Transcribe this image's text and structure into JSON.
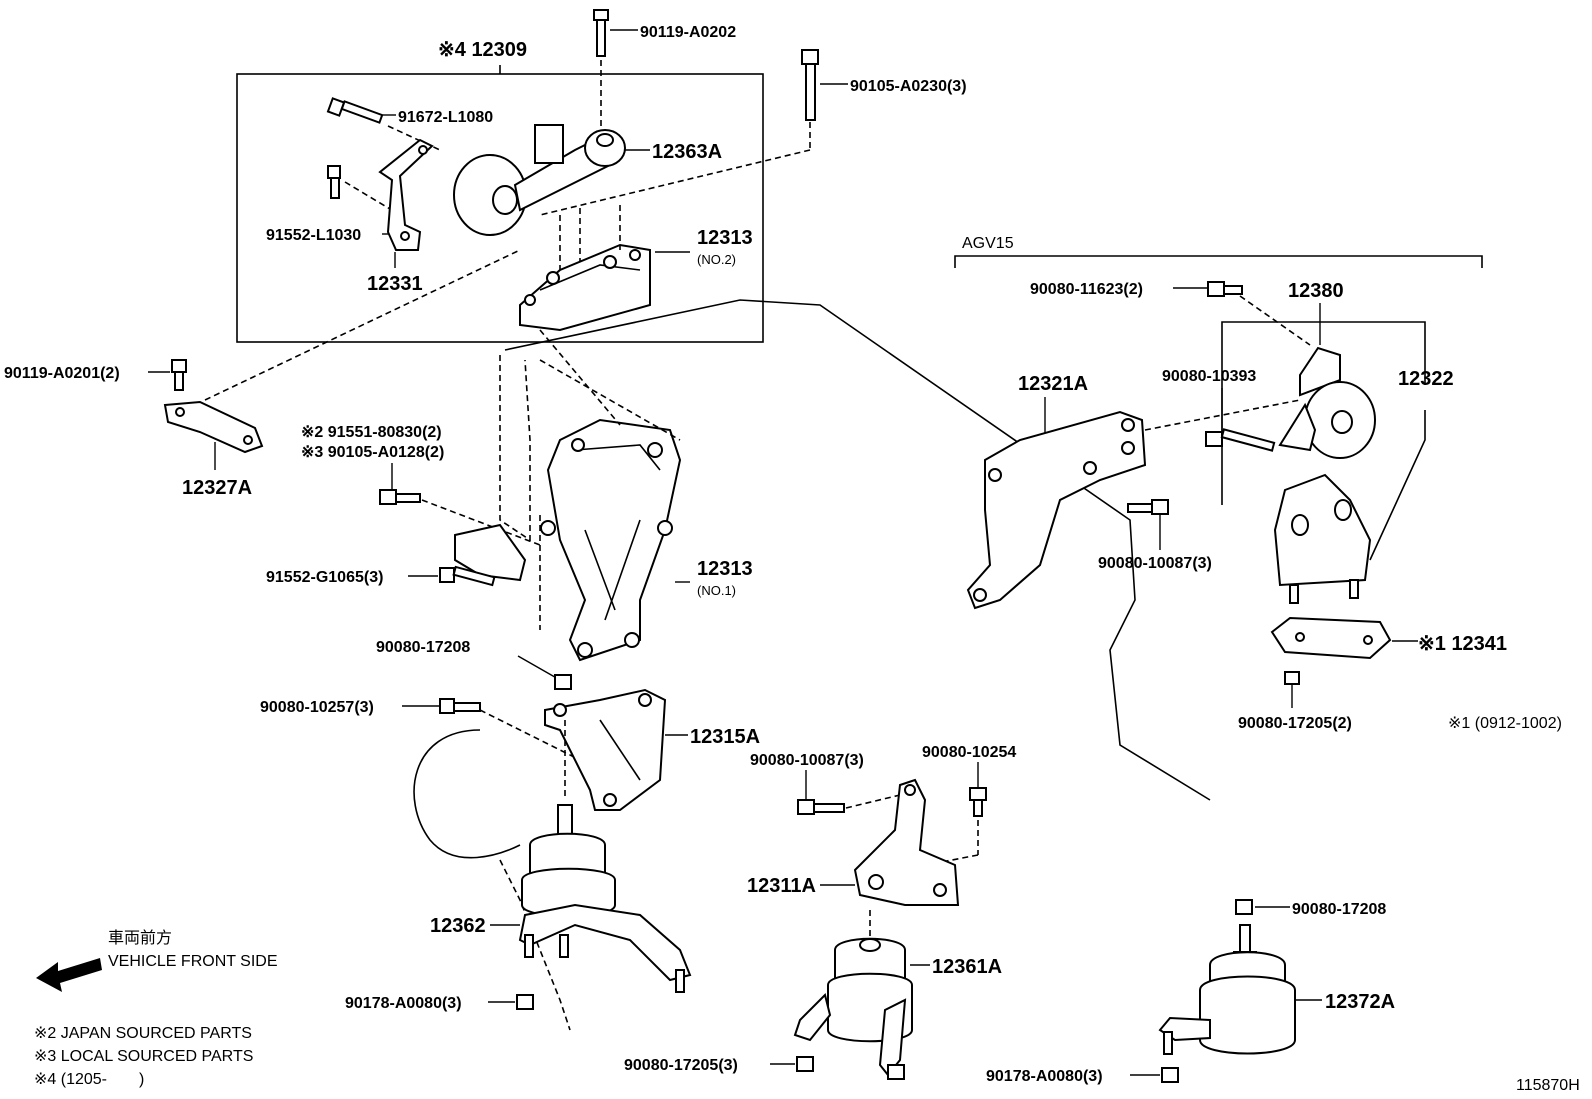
{
  "diagram": {
    "group_label": "AGV15",
    "direction": {
      "jp": "車両前方",
      "en": "VEHICLE FRONT SIDE"
    },
    "footnotes": [
      "※2 JAPAN SOURCED PARTS",
      "※3 LOCAL SOURCED PARTS",
      "※4 (1205-　　)"
    ],
    "note1": "※1 (0912-1002)",
    "figure_id": "115870H",
    "labels": {
      "p12309": "※4 12309",
      "p90119_A0202": "90119-A0202",
      "p90105_A0230": "90105-A0230(3)",
      "p91672_L1080": "91672-L1080",
      "p12363A": "12363A",
      "p91552_L1030": "91552-L1030",
      "p12313_no2": "12313",
      "p12313_no2_sub": "(NO.2)",
      "p12331": "12331",
      "p90119_A0201": "90119-A0201(2)",
      "p12327A": "12327A",
      "p91551_80830": "※2 91551-80830(2)",
      "p90105_A0128": "※3 90105-A0128(2)",
      "p91552_G1065": "91552-G1065(3)",
      "p12313_no1": "12313",
      "p12313_no1_sub": "(NO.1)",
      "p90080_17208a": "90080-17208",
      "p90080_10257": "90080-10257(3)",
      "p12315A": "12315A",
      "p12362": "12362",
      "p90178_A0080a": "90178-A0080(3)",
      "p90080_10087a": "90080-10087(3)",
      "p90080_10254": "90080-10254",
      "p12311A": "12311A",
      "p12361A": "12361A",
      "p90080_17205a": "90080-17205(3)",
      "p90080_11623": "90080-11623(2)",
      "p12380": "12380",
      "p12321A": "12321A",
      "p90080_10393": "90080-10393",
      "p12322": "12322",
      "p90080_10087b": "90080-10087(3)",
      "p12341": "※1 12341",
      "p90080_17205b": "90080-17205(2)",
      "p90080_17208b": "90080-17208",
      "p12372A": "12372A",
      "p90178_A0080b": "90178-A0080(3)"
    }
  }
}
